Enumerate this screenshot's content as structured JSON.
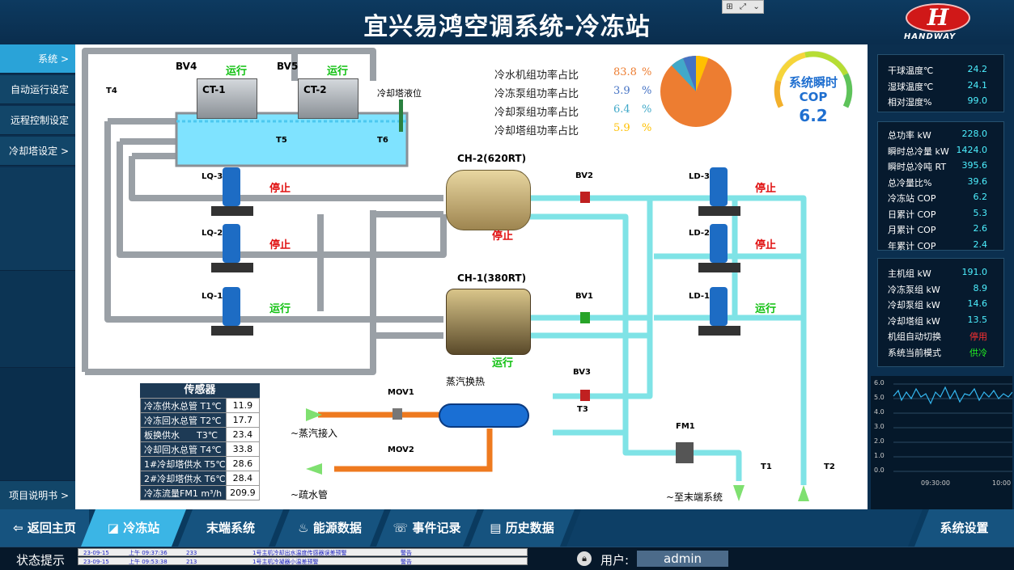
{
  "header": {
    "title": "宜兴易鸿空调系统-冷冻站",
    "logo_text": "HANDWAY",
    "logo_letter": "H",
    "win_controls": [
      "⊞",
      "⤢",
      "⌄"
    ]
  },
  "left_nav": [
    {
      "label": "系统 >"
    },
    {
      "label": "自动运行设定 >"
    },
    {
      "label": "远程控制设定 >"
    },
    {
      "label": "冷却塔设定 >"
    },
    {
      "label": "项目说明书 >"
    }
  ],
  "power_ratio": {
    "rows": [
      {
        "label": "冷水机组功率占比",
        "value": "83.8",
        "unit": "%",
        "color": "#ed7d31"
      },
      {
        "label": "冷冻泵组功率占比",
        "value": "3.9",
        "unit": "%",
        "color": "#4472c4"
      },
      {
        "label": "冷却泵组功率占比",
        "value": "6.4",
        "unit": "%",
        "color": "#41a9c9"
      },
      {
        "label": "冷却塔组功率占比",
        "value": "5.9",
        "unit": "%",
        "color": "#ffc000"
      }
    ]
  },
  "cop_gauge": {
    "title1": "系统瞬时",
    "title2": "COP",
    "value": "6.2"
  },
  "equipment": {
    "ct1": "CT-1",
    "ct2": "CT-2",
    "bv4": "BV4",
    "bv5": "BV5",
    "bv4_state": "运行",
    "bv5_state": "运行",
    "t4": "T4",
    "t5": "T5",
    "t6": "T6",
    "level": "冷却塔液位",
    "lq3": "LQ-3",
    "lq2": "LQ-2",
    "lq1": "LQ-1",
    "lq3_state": "停止",
    "lq2_state": "停止",
    "lq1_state": "运行",
    "ch2": "CH-2(620RT)",
    "ch2_state": "停止",
    "ch1": "CH-1(380RT)",
    "ch1_state": "运行",
    "steam_hx": "蒸汽换热",
    "bv2": "BV2",
    "bv1": "BV1",
    "bv3": "BV3",
    "t3": "T3",
    "fm1": "FM1",
    "t1": "T1",
    "t2": "T2",
    "ld3": "LD-3",
    "ld2": "LD-2",
    "ld1": "LD-1",
    "ld3_state": "停止",
    "ld2_state": "停止",
    "ld1_state": "运行",
    "mov1": "MOV1",
    "mov2": "MOV2",
    "steam_in": "~蒸汽接入",
    "drain": "~疏水管",
    "to_end": "~至末端系统"
  },
  "sensors": {
    "title": "传感器",
    "rows": [
      {
        "label": "冷冻供水总管 T1℃",
        "value": "11.9"
      },
      {
        "label": "冷冻回水总管 T2℃",
        "value": "17.7"
      },
      {
        "label": "板换供水      T3℃",
        "value": "23.4"
      },
      {
        "label": "冷却回水总管 T4℃",
        "value": "33.8"
      },
      {
        "label": "1#冷却塔供水 T5℃",
        "value": "28.6"
      },
      {
        "label": "2#冷却塔供水 T6℃",
        "value": "28.4"
      },
      {
        "label": "冷冻流量FM1 m³/h",
        "value": "209.9"
      }
    ]
  },
  "right_panel": {
    "weather": [
      {
        "k": "干球温度℃",
        "v": "24.2"
      },
      {
        "k": "湿球温度℃",
        "v": "24.1"
      },
      {
        "k": "相对湿度%",
        "v": "99.0"
      }
    ],
    "totals": [
      {
        "k": "总功率 kW",
        "v": "228.0"
      },
      {
        "k": "瞬时总冷量 kW",
        "v": "1424.0"
      },
      {
        "k": "瞬时总冷吨 RT",
        "v": "395.6"
      },
      {
        "k": "总冷量比%",
        "v": "39.6"
      },
      {
        "k": "冷冻站 COP",
        "v": "6.2"
      },
      {
        "k": "日累计 COP",
        "v": "5.3"
      },
      {
        "k": "月累计 COP",
        "v": "2.6"
      },
      {
        "k": "年累计 COP",
        "v": "2.4"
      }
    ],
    "groups": [
      {
        "k": "主机组 kW",
        "v": "191.0"
      },
      {
        "k": "冷冻泵组 kW",
        "v": "8.9"
      },
      {
        "k": "冷却泵组 kW",
        "v": "14.6"
      },
      {
        "k": "冷却塔组 kW",
        "v": "13.5"
      },
      {
        "k": "机组自动切换",
        "v": "停用"
      },
      {
        "k": "系统当前模式",
        "v": "供冷"
      }
    ],
    "trend_y": [
      "6.0",
      "5.0",
      "4.0",
      "3.0",
      "2.0",
      "1.0",
      "0.0"
    ],
    "trend_x": [
      "09:30:00",
      "10:00"
    ]
  },
  "bottom_nav": [
    {
      "label": "返回主页"
    },
    {
      "label": "冷冻站"
    },
    {
      "label": "末端系统"
    },
    {
      "label": "能源数据"
    },
    {
      "label": "事件记录"
    },
    {
      "label": "历史数据"
    },
    {
      "label": "系统设置"
    }
  ],
  "status": {
    "label": "状态提示",
    "user_label": "用户:",
    "user": "admin",
    "rows": [
      {
        "date": "23-09-15",
        "time": "上午 09:37:36",
        "code": "233",
        "msg": "1号主机冷却出水温度传感器误差预警",
        "level": "警告"
      },
      {
        "date": "23-09-15",
        "time": "上午 09:53:38",
        "code": "213",
        "msg": "1号主机冷凝器小温差预警",
        "level": "警告"
      }
    ]
  }
}
